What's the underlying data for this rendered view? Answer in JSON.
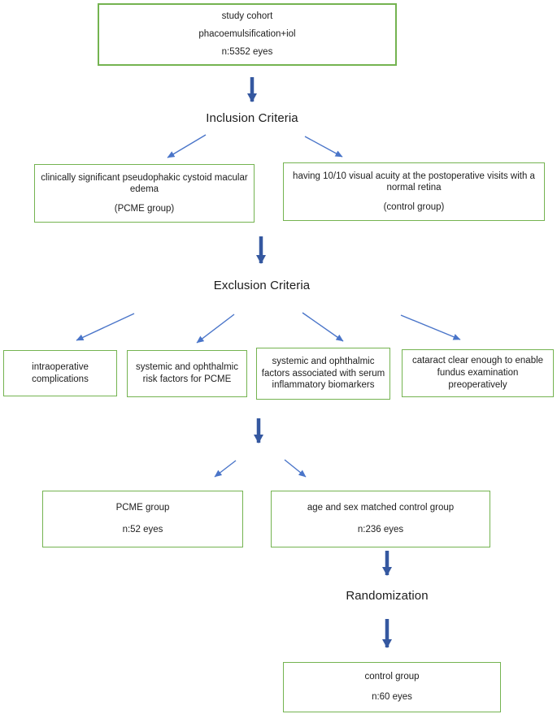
{
  "colors": {
    "box_border": "#74b350",
    "thin_arrow": "#4a75c9",
    "thick_arrow": "#3558a0",
    "text": "#212121"
  },
  "nodes": {
    "study_cohort": {
      "line1": "study cohort",
      "line2": "phacoemulsification+iol",
      "line3": "n:5352 eyes"
    },
    "inclusion_label": "Inclusion Criteria",
    "pcme": {
      "line1": "clinically significant pseudophakic cystoid macular edema",
      "line2": "(PCME group)"
    },
    "control": {
      "line1": "having 10/10 visual acuity at the postoperative visits with a normal retina",
      "line2": "(control group)"
    },
    "exclusion_label": "Exclusion Criteria",
    "exclusion": [
      {
        "label": "intraoperative complications"
      },
      {
        "label": "systemic and ophthalmic risk factors for PCME"
      },
      {
        "label": "systemic and ophthalmic factors associated with serum inflammatory biomarkers"
      },
      {
        "label": "cataract clear enough to enable fundus examination preoperatively"
      }
    ],
    "pcme_group": {
      "line1": "PCME group",
      "line2": "n:52 eyes"
    },
    "matched_control": {
      "line1": "age and sex matched control group",
      "line2": "n:236 eyes"
    },
    "randomization_label": "Randomization",
    "final_control": {
      "line1": "control group",
      "line2": "n:60 eyes"
    }
  }
}
